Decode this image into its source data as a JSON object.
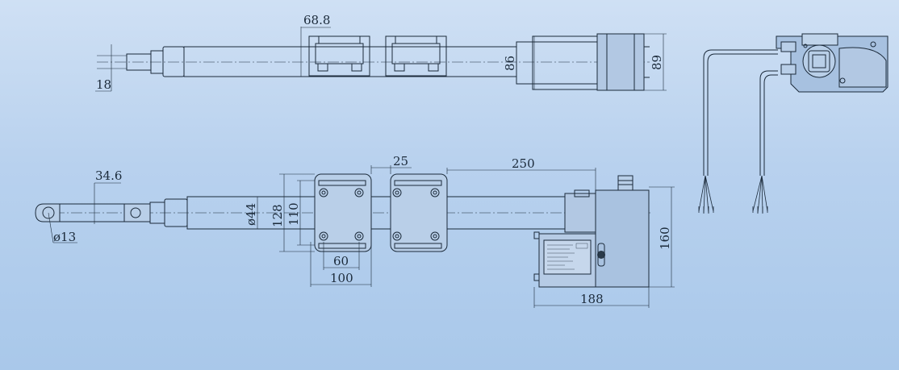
{
  "view_top": {
    "stroke_dim": "68.8",
    "rod_dia": "18",
    "motor_h1": "86",
    "motor_h2": "89"
  },
  "view_front": {
    "clevis_len": "34.6",
    "hole_dia": "ø13",
    "gap": "25",
    "motor_len": "250",
    "tube_dia": "ø44",
    "bracket_outer": "128",
    "bracket_inner": "110",
    "bracket_hole_span": "60",
    "bracket_width": "100",
    "motor_width": "188",
    "motor_height": "160"
  },
  "colors": {
    "line": "#1b2a3a",
    "fill": "#b9cfe8",
    "dark_fill": "#9fb9d8"
  }
}
